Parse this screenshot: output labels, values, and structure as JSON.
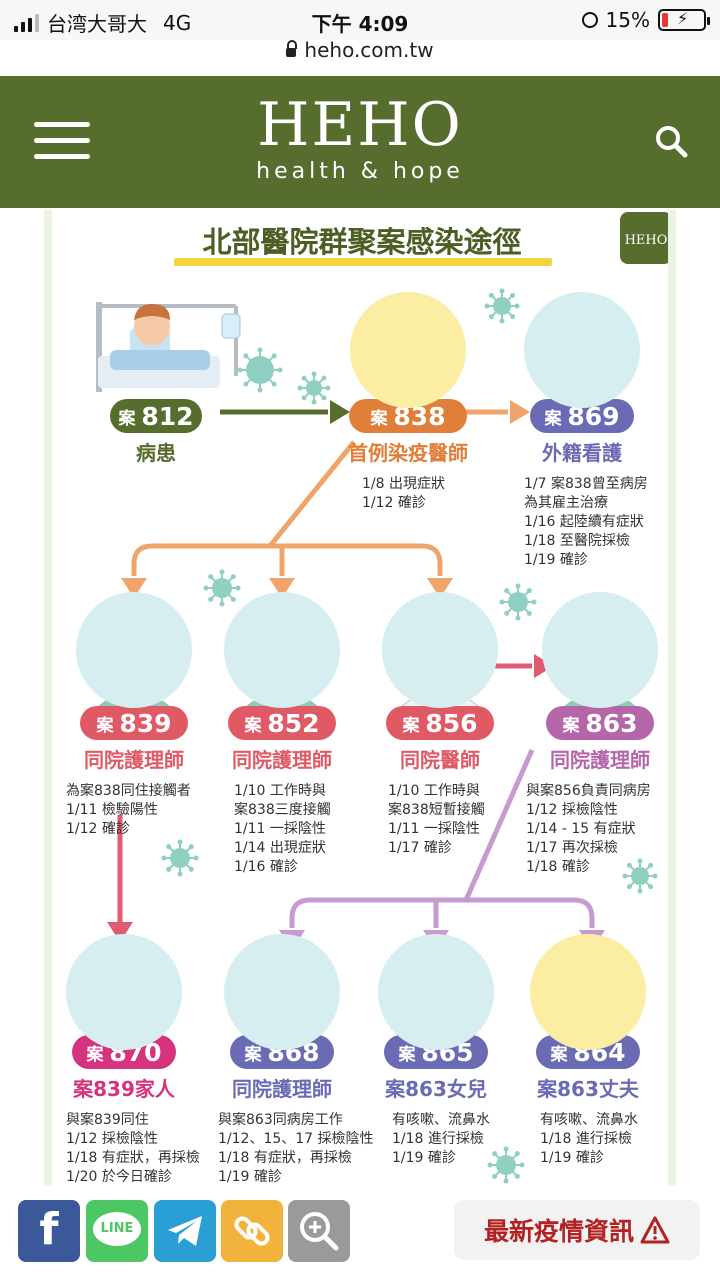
{
  "status_bar": {
    "carrier": "台湾大哥大",
    "network": "4G",
    "time": "下午 4:09",
    "battery": "15%",
    "battery_level": 0.15
  },
  "browser": {
    "url": "heho.com.tw"
  },
  "header": {
    "logo_main": "HEHO",
    "logo_tagline": "health & hope",
    "menu_icon": "hamburger-icon",
    "search_icon": "search-icon",
    "bg_color": "#566d2d"
  },
  "infographic": {
    "title": "北部醫院群聚案感染途徑",
    "corner_logo": "HEHO",
    "case_prefix": "案",
    "cases": [
      {
        "num": "812",
        "role": "病患",
        "lines": [],
        "color": "#566d2d",
        "icon": "patient-in-bed-icon"
      },
      {
        "num": "838",
        "role": "首例染疫醫師",
        "lines": [
          "1/8 出現症狀",
          "1/12 確診"
        ],
        "color": "#e07f3a",
        "icon": "male-doctor-icon"
      },
      {
        "num": "869",
        "role": "外籍看護",
        "lines": [
          "1/7 案838曾至病房",
          "為其雇主治療",
          "1/16 起陸續有症狀",
          "1/18 至醫院採檢",
          "1/19 確診"
        ],
        "color": "#6b6bb5",
        "icon": "female-caregiver-icon"
      },
      {
        "num": "839",
        "role": "同院護理師",
        "lines": [
          "為案838同住接觸者",
          "1/11 檢驗陽性",
          "1/12 確診"
        ],
        "color": "#e05a66",
        "icon": "nurse-icon"
      },
      {
        "num": "852",
        "role": "同院護理師",
        "lines": [
          "1/10 工作時與",
          "案838三度接觸",
          "1/11 一採陰性",
          "1/14 出現症狀",
          "1/16 確診"
        ],
        "color": "#e05a66",
        "icon": "nurse-icon"
      },
      {
        "num": "856",
        "role": "同院醫師",
        "lines": [
          "1/10 工作時與",
          "案838短暫接觸",
          "1/11 一採陰性",
          "1/17 確診"
        ],
        "color": "#e05a66",
        "icon": "male-doctor-icon"
      },
      {
        "num": "863",
        "role": "同院護理師",
        "lines": [
          "與案856負責同病房",
          "1/12 採檢陰性",
          "1/14 - 15 有症狀",
          "1/17 再次採檢",
          "1/18 確診"
        ],
        "color": "#b466a8",
        "icon": "nurse-icon"
      },
      {
        "num": "870",
        "role": "案839家人",
        "lines": [
          "與案839同住",
          "1/12 採檢陰性",
          "1/18 有症狀，再採檢",
          "1/20 於今日確診"
        ],
        "color": "#d6337e",
        "icon": "woman-icon"
      },
      {
        "num": "868",
        "role": "同院護理師",
        "lines": [
          "與案863同病房工作",
          "1/12、15、17 採檢陰性",
          "1/18 有症狀，再採檢",
          "1/19 確診"
        ],
        "color": "#6b6bb5",
        "icon": "nurse-icon"
      },
      {
        "num": "865",
        "role": "案863女兒",
        "lines": [
          "有咳嗽、流鼻水",
          "1/18 進行採檢",
          "1/19 確診"
        ],
        "color": "#6b6bb5",
        "icon": "woman-icon"
      },
      {
        "num": "864",
        "role": "案863丈夫",
        "lines": [
          "有咳嗽、流鼻水",
          "1/18 進行採檢",
          "1/19 確診"
        ],
        "color": "#6b6bb5",
        "icon": "man-in-suit-icon"
      }
    ]
  },
  "share_bar": {
    "buttons": [
      {
        "name": "facebook-share-button",
        "label": "f",
        "icon": "facebook-icon",
        "color": "#3b5998"
      },
      {
        "name": "line-share-button",
        "label": "LINE",
        "icon": "line-icon",
        "color": "#4cc764"
      },
      {
        "name": "telegram-share-button",
        "label": "",
        "icon": "telegram-icon",
        "color": "#2a9fd6"
      },
      {
        "name": "copy-link-button",
        "label": "",
        "icon": "link-icon",
        "color": "#f2b33d"
      },
      {
        "name": "zoom-button",
        "label": "",
        "icon": "zoom-in-icon",
        "color": "#9a9a9a"
      }
    ],
    "news_label": "最新疫情資訊",
    "news_icon": "warning-icon"
  }
}
